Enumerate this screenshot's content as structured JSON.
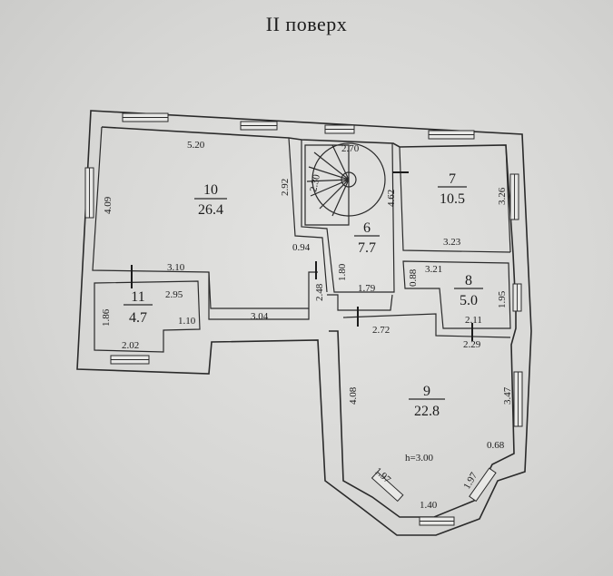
{
  "title": "II поверх",
  "rooms": [
    {
      "number": "10",
      "area": "26.4"
    },
    {
      "number": "11",
      "area": "4.7"
    },
    {
      "number": "6",
      "area": "7.7"
    },
    {
      "number": "7",
      "area": "10.5"
    },
    {
      "number": "8",
      "area": "5.0"
    },
    {
      "number": "9",
      "area": "22.8"
    }
  ],
  "dimensions": {
    "d1": "5.20",
    "d2": "4.09",
    "d3": "2.92",
    "d4": "3.10",
    "d5": "0.94",
    "d6": "3.04",
    "d7": "2.95",
    "d8": "1.86",
    "d9": "1.10",
    "d10": "2.02",
    "d11": "2.70",
    "d12": "2.30",
    "d13": "1.80",
    "d14": "2.48",
    "d15": "1.79",
    "d16": "4.62",
    "d17": "3.26",
    "d18": "3.23",
    "d19": "0.88",
    "d20": "3.21",
    "d21": "1.95",
    "d22": "2.11",
    "d23": "2.29",
    "d24": "2.72",
    "d25": "4.08",
    "d26": "3.47",
    "d27": "h=3.00",
    "d28": "0.68",
    "d29": "1.97",
    "d30": "1.97",
    "d31": "1.40"
  }
}
